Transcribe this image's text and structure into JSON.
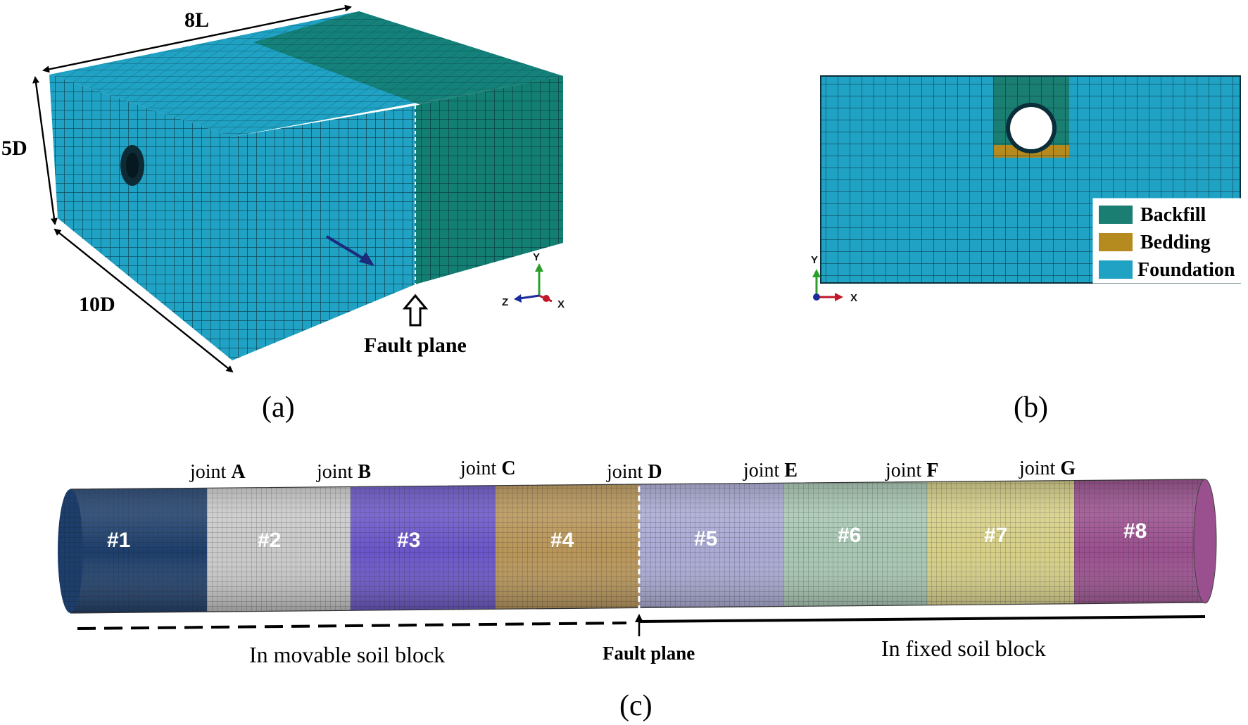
{
  "panel_a": {
    "dim_length": "8L",
    "dim_height": "5D",
    "dim_width": "10D",
    "fault_label": "Fault plane",
    "axes": [
      "Y",
      "Z",
      "X"
    ],
    "caption": "(a)",
    "colors": {
      "foundation": "#1fa2c4",
      "backfill": "#137f73",
      "mesh": "#0b2e3a"
    }
  },
  "panel_b": {
    "axes": [
      "Y",
      "X"
    ],
    "legend": [
      {
        "label": "Backfill",
        "color": "#1a7f72"
      },
      {
        "label": "Bedding",
        "color": "#b58a1f"
      },
      {
        "label": "Foundation",
        "color": "#1fa2c4"
      }
    ],
    "caption": "(b)"
  },
  "panel_c": {
    "joints": [
      {
        "word": "joint",
        "letter": "A"
      },
      {
        "word": "joint",
        "letter": "B"
      },
      {
        "word": "joint",
        "letter": "C"
      },
      {
        "word": "joint",
        "letter": "D"
      },
      {
        "word": "joint",
        "letter": "E"
      },
      {
        "word": "joint",
        "letter": "F"
      },
      {
        "word": "joint",
        "letter": "G"
      }
    ],
    "segments": [
      {
        "label": "#1",
        "color": "#1d3e6b"
      },
      {
        "label": "#2",
        "color": "#c9c9c9"
      },
      {
        "label": "#3",
        "color": "#6a55c8"
      },
      {
        "label": "#4",
        "color": "#b89558"
      },
      {
        "label": "#5",
        "color": "#a9a9d4"
      },
      {
        "label": "#6",
        "color": "#a7c6b2"
      },
      {
        "label": "#7",
        "color": "#d6cf86"
      },
      {
        "label": "#8",
        "color": "#9a4f8e"
      }
    ],
    "movable_label": "In movable soil block",
    "fault_label": "Fault plane",
    "fixed_label": "In fixed soil block",
    "caption": "(c)"
  }
}
